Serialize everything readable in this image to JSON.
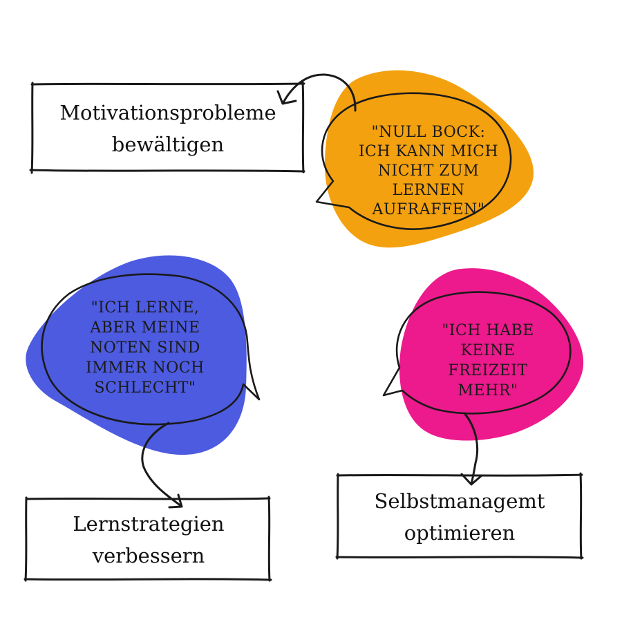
{
  "colors": {
    "orange_blob": "#F4A10F",
    "blue_blob": "#4C5BE0",
    "pink_blob": "#EC1A8C",
    "ink": "#1a1a1a"
  },
  "nodes": {
    "motivation_box": {
      "lines": [
        "Motivationsprobleme",
        "bewältigen"
      ]
    },
    "null_bock_bubble": {
      "lines": [
        "\"NULL BOCK:",
        "ICH KANN MICH",
        "NICHT ZUM",
        "LERNEN",
        "AUFRAFFEN\"",
        "."
      ]
    },
    "noten_bubble": {
      "lines": [
        "\"ICH LERNE,",
        "ABER MEINE",
        "NOTEN SIND",
        "IMMER NOCH",
        "SCHLECHT\""
      ]
    },
    "freizeit_bubble": {
      "lines": [
        "\"ICH HABE",
        "KEINE",
        "FREIZEIT",
        "MEHR\""
      ]
    },
    "lernstrategien_box": {
      "lines": [
        "Lernstrategien",
        "verbessern"
      ]
    },
    "selbstmanagement_box": {
      "lines": [
        "Selbstmanagemt",
        "optimieren"
      ]
    }
  },
  "edges": [
    {
      "from": "null_bock_bubble",
      "to": "motivation_box"
    },
    {
      "from": "noten_bubble",
      "to": "lernstrategien_box"
    },
    {
      "from": "freizeit_bubble",
      "to": "selbstmanagement_box"
    }
  ]
}
